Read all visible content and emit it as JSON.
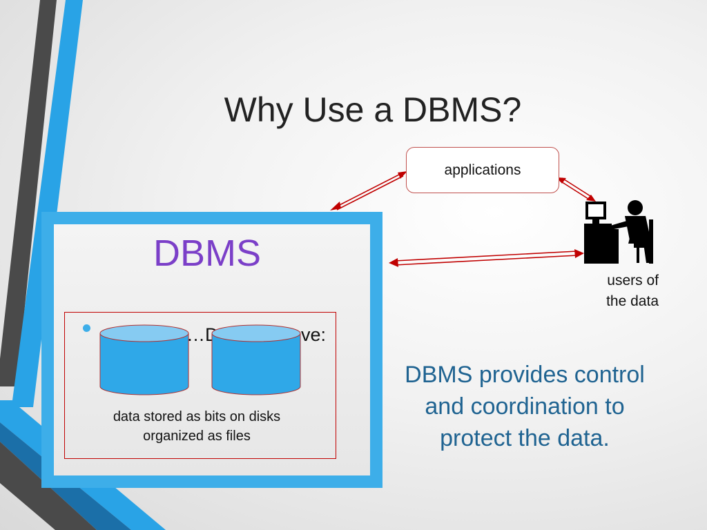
{
  "slide": {
    "title": "Why Use a DBMS?",
    "applications_label": "applications",
    "users_label": [
      "users of",
      "the data"
    ],
    "dbms_label": "DBMS",
    "bullet_text": "…DBMS give",
    "bullet_tail": "ve:",
    "disk_label": [
      "data stored as bits on disks",
      "organized as files"
    ],
    "provides_text": [
      "DBMS provides control",
      "and coordination to",
      "protect the data."
    ]
  },
  "colors": {
    "accent_blue": "#3daee9",
    "dark_stripe": "#4a4a4a",
    "dbms_purple": "#7b3fc8",
    "text_blue": "#1f6391",
    "arrow_red": "#c00000",
    "disk_fill": "#2fa8e8",
    "disk_top": "#86cbf2"
  },
  "icons": [
    "computer-user-icon",
    "database-disk-icon"
  ]
}
